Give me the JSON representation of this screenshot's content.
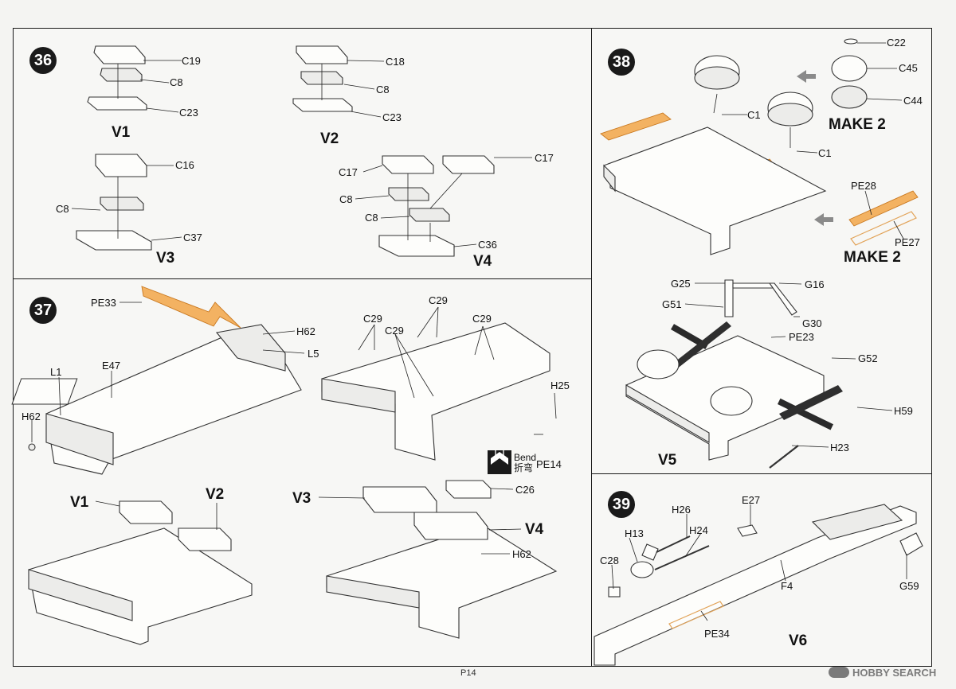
{
  "page": {
    "number": "P14",
    "watermark": "HOBBY SEARCH"
  },
  "steps": {
    "s36": {
      "number": "36",
      "variants": [
        "V1",
        "V2",
        "V3",
        "V4"
      ],
      "labels": {
        "v1_top": "C19",
        "v1_mid": "C8",
        "v1_base": "C23",
        "v2_top": "C18",
        "v2_mid": "C8",
        "v2_base": "C23",
        "v3_top": "C16",
        "v3_mid": "C8",
        "v3_base": "C37",
        "v4_top_l": "C17",
        "v4_top_r": "C17",
        "v4_mid1": "C8",
        "v4_mid2": "C8",
        "v4_base": "C36"
      }
    },
    "s37": {
      "number": "37",
      "labels": {
        "pe33": "PE33",
        "h62a": "H62",
        "l5": "L5",
        "l1": "L1",
        "e47": "E47",
        "h62b": "H62",
        "c29a": "C29",
        "c29b": "C29",
        "c29c": "C29",
        "c29d": "C29",
        "h25": "H25",
        "pe14": "PE14",
        "v1": "V1",
        "v2": "V2",
        "v3": "V3",
        "v4": "V4",
        "c26": "C26",
        "h62c": "H62"
      },
      "bend": {
        "en": "Bend",
        "zh": "折弯"
      }
    },
    "s38": {
      "number": "38",
      "labels": {
        "c22": "C22",
        "c45": "C45",
        "c44": "C44",
        "c1a": "C1",
        "c1b": "C1",
        "pe28": "PE28",
        "pe27": "PE27",
        "g25": "G25",
        "g16": "G16",
        "g51": "G51",
        "g30": "G30",
        "pe23": "PE23",
        "g52": "G52",
        "h59": "H59",
        "h23": "H23",
        "v5": "V5"
      },
      "make2": [
        "MAKE 2",
        "MAKE 2"
      ]
    },
    "s39": {
      "number": "39",
      "labels": {
        "h26": "H26",
        "e27": "E27",
        "h13": "H13",
        "h24": "H24",
        "c28": "C28",
        "f4": "F4",
        "g59": "G59",
        "pe34": "PE34",
        "v6": "V6"
      }
    }
  },
  "colors": {
    "photo_etch": "#f3b262",
    "ink": "#1a1a1a",
    "paper": "#f7f7f5"
  }
}
